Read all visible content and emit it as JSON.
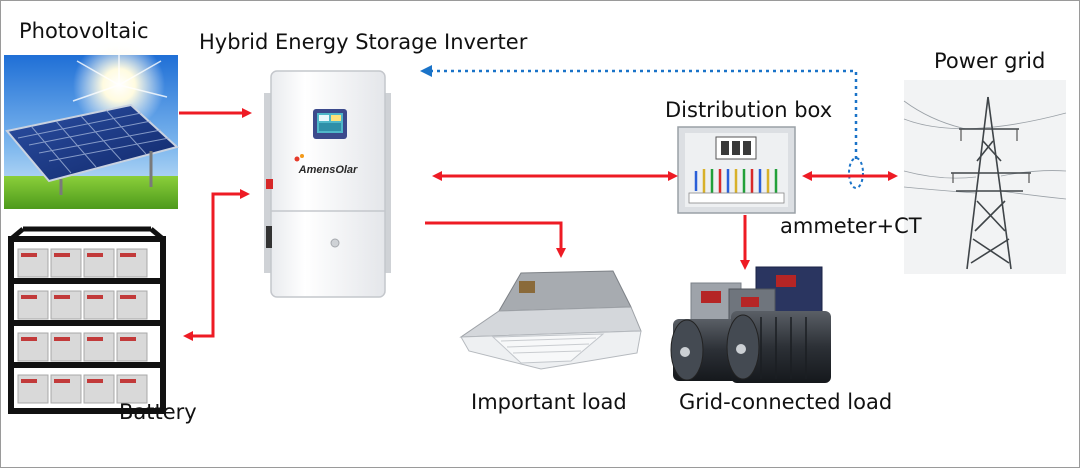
{
  "labels": {
    "photovoltaic": "Photovoltaic",
    "inverter": "Hybrid Energy Storage Inverter",
    "power_grid": "Power grid",
    "distribution_box": "Distribution box",
    "ammeter": "ammeter+CT",
    "battery": "Battery",
    "important_load": "Important load",
    "grid_load": "Grid-connected load"
  },
  "brand": "AmensOlar",
  "colors": {
    "power_arrow": "#ee1b24",
    "comm_line": "#1a73c8",
    "frame": "#9a9a9a"
  },
  "icons": [
    "solar-panel-icon",
    "inverter-icon",
    "battery-rack-icon",
    "distribution-box-icon",
    "power-tower-icon",
    "air-conditioner-icon",
    "motor-icon"
  ]
}
